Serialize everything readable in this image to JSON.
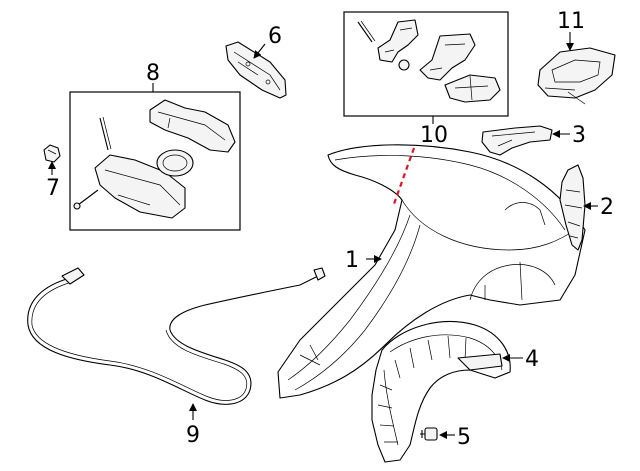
{
  "diagram": {
    "callouts": [
      {
        "id": "c1",
        "text": "1"
      },
      {
        "id": "c2",
        "text": "2"
      },
      {
        "id": "c3",
        "text": "3"
      },
      {
        "id": "c4",
        "text": "4"
      },
      {
        "id": "c5",
        "text": "5"
      },
      {
        "id": "c6",
        "text": "6"
      },
      {
        "id": "c7",
        "text": "7"
      },
      {
        "id": "c8",
        "text": "8"
      },
      {
        "id": "c9",
        "text": "9"
      },
      {
        "id": "c10",
        "text": "10"
      },
      {
        "id": "c11",
        "text": "11"
      }
    ],
    "colors": {
      "line": "#000000",
      "cut_line": "#e0141e",
      "background": "#ffffff"
    }
  }
}
